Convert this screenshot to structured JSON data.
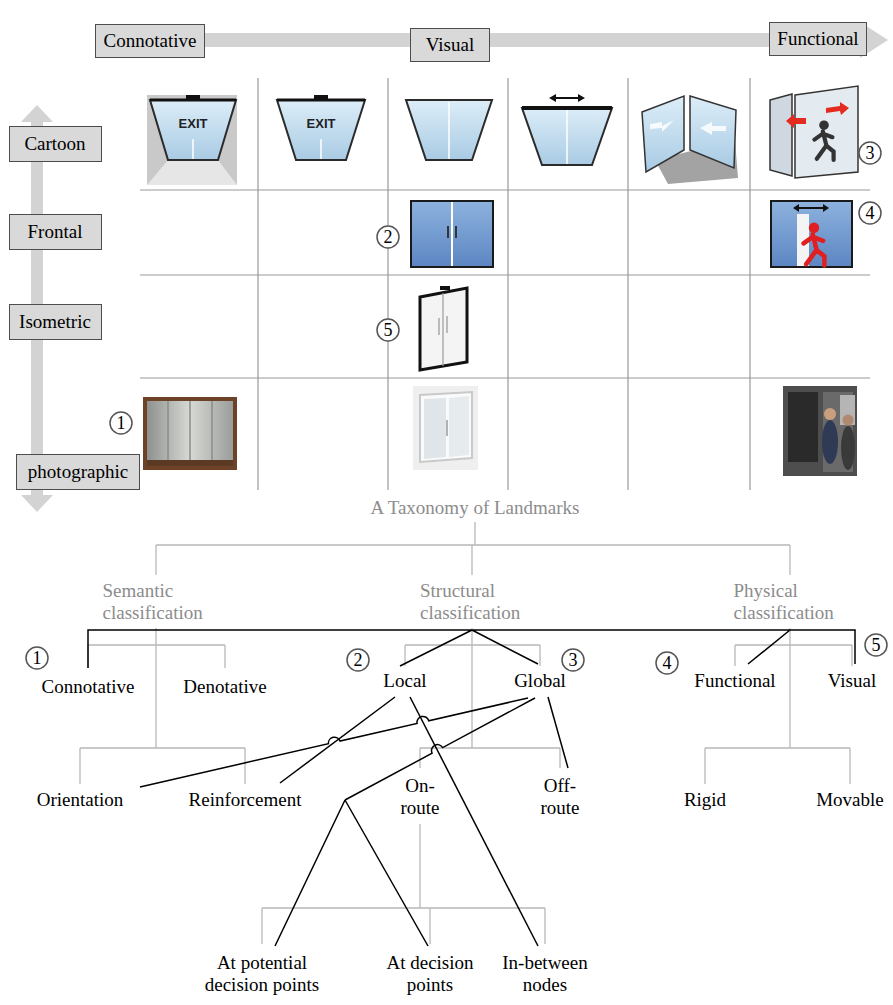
{
  "diagram": {
    "nodes": [
      {
        "text": [
          "Connotative"
        ]
      },
      {
        "text": [
          "Visual"
        ]
      },
      {
        "text": [
          "Functional"
        ]
      },
      {
        "text": [
          "Cartoon"
        ]
      },
      {
        "text": [
          "3"
        ]
      },
      {
        "text": [
          "Frontal"
        ]
      },
      {
        "text": [
          "2"
        ]
      },
      {
        "text": [
          "4"
        ]
      },
      {
        "text": [
          "Isometric"
        ]
      },
      {
        "text": [
          "5"
        ]
      },
      {
        "text": [
          "1"
        ]
      },
      {
        "text": [
          "photographic"
        ]
      },
      {
        "text": [
          "1"
        ]
      },
      {
        "text": [
          "2"
        ]
      },
      {
        "text": [
          "3"
        ]
      },
      {
        "text": [
          "4"
        ]
      },
      {
        "text": [
          "5"
        ]
      }
    ],
    "labels": [
      "EXIT",
      "EXIT",
      "A Taxonomy of Landmarks",
      "Semantic classification",
      "Structural classification",
      "Physical classification",
      "Connotative",
      "Denotative",
      "Local",
      "Global",
      "Functional",
      "Visual",
      "Orientation",
      "Reinforcement",
      "On-route",
      "Off-route",
      "Rigid",
      "Movable",
      "At potential decision points",
      "At decision points",
      "In-between nodes"
    ]
  }
}
